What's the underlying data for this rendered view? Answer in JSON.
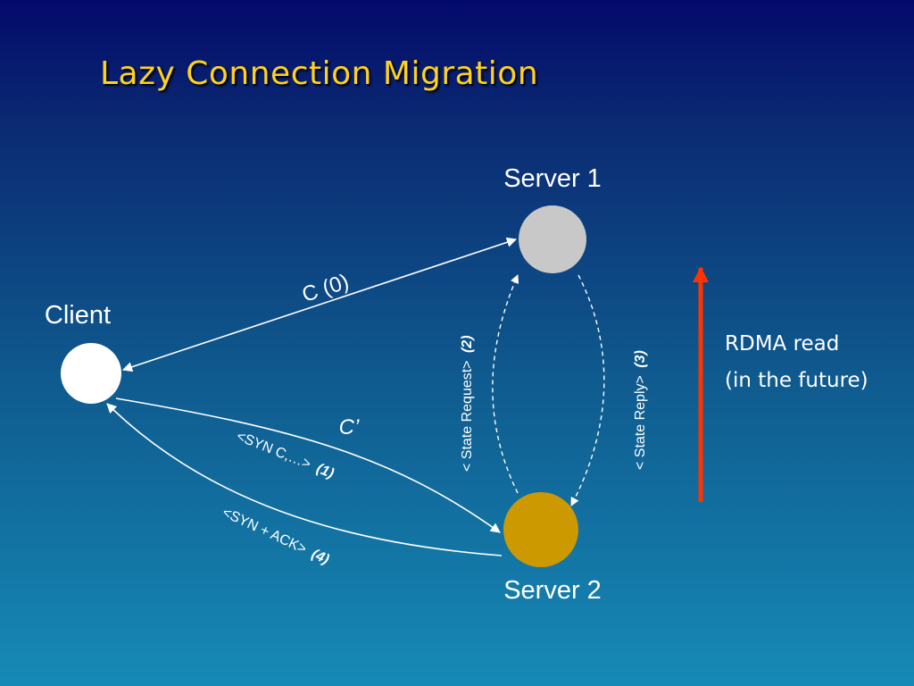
{
  "title": "Lazy Connection Migration",
  "nodes": {
    "server1": {
      "label": "Server 1",
      "color": "#c8c8c8"
    },
    "server2": {
      "label": "Server 2",
      "color": "#cc9900"
    },
    "client": {
      "label": "Client",
      "color": "#ffffff"
    }
  },
  "edges": {
    "c0": {
      "label": "C (0)"
    },
    "c_prime": {
      "label": "C’"
    },
    "syn": {
      "label": "<SYN C,…>",
      "step": "(1)"
    },
    "state_request": {
      "label": "< State Request>",
      "step": "(2)"
    },
    "state_reply": {
      "label": "< State Reply>",
      "step": "(3)"
    },
    "syn_ack": {
      "label": "<SYN + ACK>",
      "step": "(4)"
    }
  },
  "rdma": {
    "line1": "RDMA read",
    "line2": "(in the future)",
    "arrow_color": "#ff3300"
  }
}
